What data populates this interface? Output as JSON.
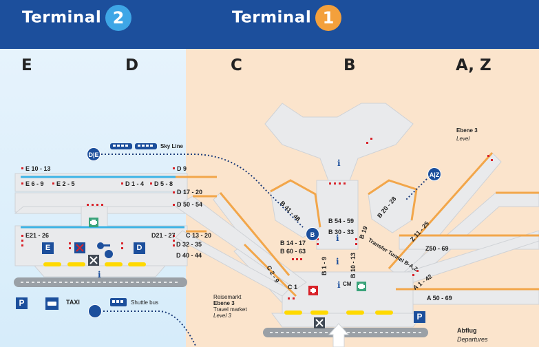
{
  "header": {
    "terminal2": {
      "label": "Terminal",
      "number": "2",
      "color": "#3ea6e6"
    },
    "terminal1": {
      "label": "Terminal",
      "number": "1",
      "color": "#f3a03c"
    }
  },
  "columns": [
    "E",
    "D",
    "C",
    "B",
    "A, Z"
  ],
  "gates": {
    "e10_13": "E 10 - 13",
    "e6_9": "E 6 - 9",
    "e2_5": "E 2 - 5",
    "d1_4": "D 1 - 4",
    "d5_8": "D 5 - 8",
    "d9": "D 9",
    "d17_20": "D 17 - 20",
    "d50_54": "D 50 - 54",
    "e21_26": "E21 - 26",
    "d21_27": "D21 - 27",
    "c13_20": "C 13 - 20",
    "d32_35": "D 32 - 35",
    "d40_44": "D 40 - 44",
    "b41_48": "B 41 - 48",
    "b20_28": "B 20 - 28",
    "b54_59": "B 54 - 59",
    "b30_33": "B 30 - 33",
    "b14_17": "B 14 - 17",
    "b60_63": "B 60 - 63",
    "b1_9": "B 1 - 9",
    "b10_13": "B 10 - 13",
    "b19": "B 19",
    "c2_9": "C 2 - 9",
    "c1": "C 1",
    "z11_25": "Z 11 - 25",
    "z50_69": "Z50 - 69",
    "a1_42": "A 1 - 42",
    "a50_69": "A 50 - 69"
  },
  "markers": {
    "de": "D|E",
    "az": "A|Z",
    "b": "B",
    "e": "E",
    "d": "D",
    "p": "P",
    "cm": "CM"
  },
  "labels": {
    "sky_line": "Sky Line",
    "taxi": "TAXI",
    "shuttle_bus": "Shuttle bus",
    "transfer_tunnel": "Transfer Tunnel B-A,Z",
    "ebene3": "Ebene 3",
    "level": "Level",
    "reisemarkt_1": "Reisemarkt",
    "reisemarkt_2": "Ebene 3",
    "reisemarkt_3": "Travel market",
    "reisemarkt_4": "Level 3",
    "abflug": "Abflug",
    "departures": "Departures"
  },
  "colors": {
    "header": "#1c4f9c",
    "terminal2_zone": "#d6ecfa",
    "terminal1_zone": "#fbe4cc",
    "building": "#e9eaec",
    "pier_edge": "#f2a64a",
    "gate_marker": "#d8232a",
    "sky_line": "#3cb4e6"
  }
}
